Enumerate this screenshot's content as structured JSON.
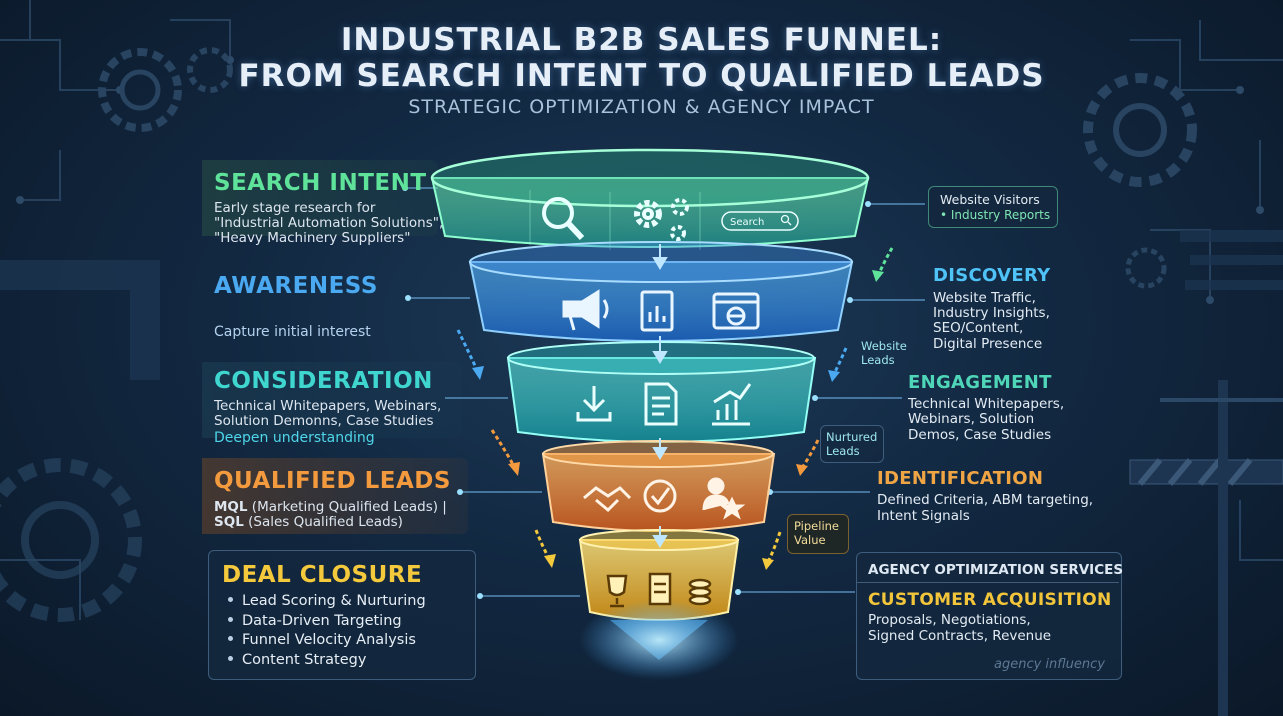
{
  "title": {
    "line1": "INDUSTRIAL B2B SALES FUNNEL:",
    "line2": "FROM SEARCH INTENT TO QUALIFIED LEADS",
    "subtitle": "STRATEGIC OPTIMIZATION & AGENCY IMPACT"
  },
  "colors": {
    "search": "#5fe39a",
    "awareness": "#4aa9f0",
    "consideration": "#3fd6d0",
    "qualified": "#f39a3e",
    "closure": "#f5c93c",
    "discovery": "#4fc3f7",
    "engagement": "#4fd6b8",
    "identification": "#f0a544",
    "acquisition": "#f2c53a"
  },
  "stages": [
    {
      "label": "SEARCH INTENT",
      "lines": [
        "Early stage research for",
        "\"Industrial Automation Solutions\",",
        "\"Heavy Machinery Suppliers\""
      ],
      "icons": [
        "magnifier-icon",
        "gears-icon",
        "search-bar-icon"
      ],
      "search_bar": "Search"
    },
    {
      "label": "AWARENESS",
      "lines": [
        "Capture initial interest"
      ],
      "icons": [
        "megaphone-icon",
        "report-chart-icon",
        "web-browser-icon"
      ]
    },
    {
      "label": "CONSIDERATION",
      "lines": [
        "Technical Whitepapers, Webinars,",
        "Solution Demonns, Case Studies"
      ],
      "extra": "Deepen understanding",
      "icons": [
        "download-icon",
        "document-icon",
        "growth-chart-icon"
      ]
    },
    {
      "label": "QUALIFIED LEADS",
      "mql_abbr": "MQL",
      "mql_text": " (Marketing Qualified Leads) |",
      "sql_abbr": "SQL",
      "sql_text": " (Sales Qualified Leads)",
      "icons": [
        "handshake-icon",
        "checkmark-icon",
        "user-star-icon"
      ]
    },
    {
      "label": "DEAL CLOSURE",
      "bullets": [
        "Lead Scoring & Nurturing",
        "Data-Driven Targeting",
        "Funnel Velocity Analysis",
        "Content Strategy"
      ],
      "icons": [
        "trophy-icon",
        "contract-icon",
        "coins-icon"
      ]
    }
  ],
  "right": {
    "visitors_box": {
      "title": "Website Visitors",
      "item": "• Industry Reports"
    },
    "discovery": {
      "heading": "DISCOVERY",
      "lines": [
        "Website Traffic,",
        "Industry Insights,",
        "SEO/Content,",
        "Digital Presence"
      ]
    },
    "engagement": {
      "heading": "ENGAGEMENT",
      "lines": [
        "Technical Whitepapers,",
        "Webinars, Solution",
        "Demos, Case Studies"
      ]
    },
    "identification": {
      "heading": "IDENTIFICATION",
      "lines": [
        "Defined Criteria, ABM targeting,",
        "Intent Signals"
      ]
    },
    "agency_box": {
      "title": "AGENCY OPTIMIZATION SERVICES",
      "heading": "CUSTOMER ACQUISITION",
      "lines": [
        "Proposals, Negotiations,",
        "Signed Contracts, Revenue"
      ],
      "watermark": "agency influency"
    }
  },
  "tags": {
    "website_leads": [
      "Website",
      "Leads"
    ],
    "nurtured_leads": [
      "Nurtured",
      "Leads"
    ],
    "pipeline_value": [
      "Pipeline",
      "Value"
    ]
  }
}
